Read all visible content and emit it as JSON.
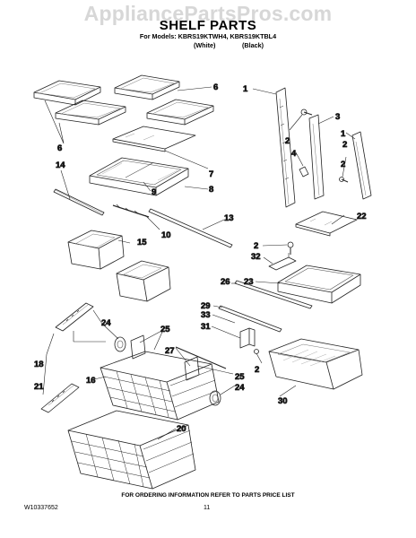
{
  "watermark": "AppliancePartsPros.com",
  "title": "SHELF PARTS",
  "models_line": "For Models: KBRS19KTWH4, KBRS19KTBL4",
  "colors": [
    "(White)",
    "(Black)"
  ],
  "callouts": [
    "1",
    "2",
    "3",
    "2",
    "4",
    "1",
    "2",
    "6",
    "6",
    "7",
    "8",
    "9",
    "14",
    "10",
    "13",
    "22",
    "15",
    "2",
    "32",
    "23",
    "26",
    "29",
    "33",
    "31",
    "24",
    "25",
    "27",
    "2",
    "18",
    "21",
    "25",
    "24",
    "16",
    "30",
    "20"
  ],
  "footer": "FOR ORDERING INFORMATION REFER TO PARTS PRICE LIST",
  "doc_number": "W10337652",
  "page_number": "11"
}
